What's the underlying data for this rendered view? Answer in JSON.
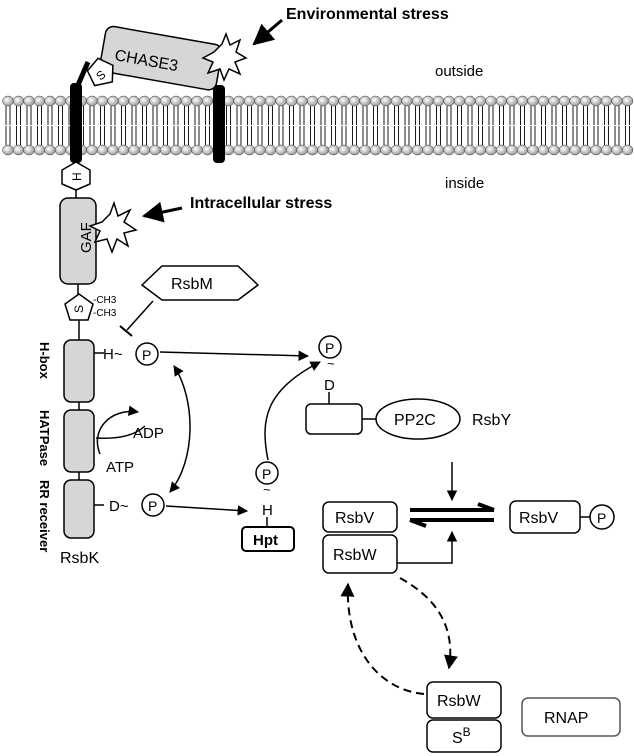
{
  "labels": {
    "environmental_stress": "Environmental stress",
    "intracellular_stress": "Intracellular stress",
    "outside": "outside",
    "inside": "inside",
    "chase3": "CHASE3",
    "s": "S",
    "h": "H",
    "gaf": "GAF",
    "rsbm": "RsbM",
    "ch3_top": "-CH3",
    "ch3_bottom": "-CH3",
    "h_box": "H-box",
    "hatpase": "HATPase",
    "rr_receiver": "RR receiver",
    "rsbk": "RsbK",
    "h_tilde": "H~",
    "d_tilde": "D~",
    "p": "P",
    "adp": "ADP",
    "atp": "ATP",
    "d": "D",
    "tilde": "~",
    "hpt": "Hpt",
    "pp2c": "PP2C",
    "rsby": "RsbY",
    "rsbv": "RsbV",
    "rsbw": "RsbW",
    "sigma_s": "S",
    "sigma_b": "B",
    "rnap": "RNAP"
  }
}
